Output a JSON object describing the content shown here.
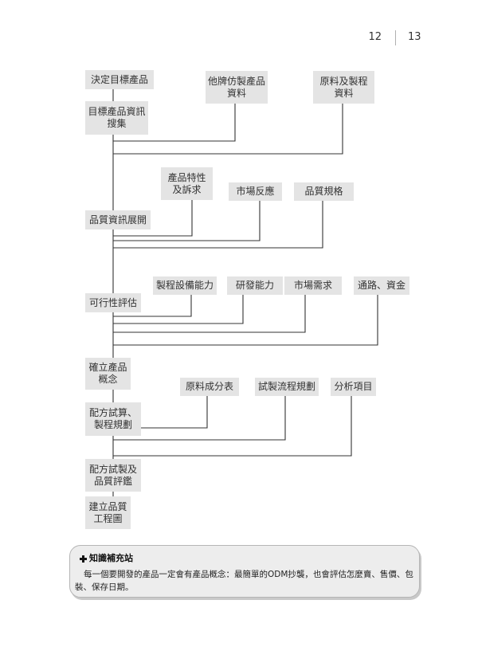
{
  "page_numbers": {
    "left": "12",
    "right": "13"
  },
  "flowchart": {
    "nodes": {
      "decide_product": {
        "lines": [
          "決定目標產品"
        ]
      },
      "competitor_data": {
        "lines": [
          "他牌仿製產品",
          "資料"
        ]
      },
      "material_process_data": {
        "lines": [
          "原料及製程",
          "資料"
        ]
      },
      "collect_info": {
        "lines": [
          "目標產品資訊",
          "搜集"
        ]
      },
      "features_appeal": {
        "lines": [
          "產品特性",
          "及訴求"
        ]
      },
      "market_response": {
        "lines": [
          "市場反應"
        ]
      },
      "quality_spec": {
        "lines": [
          "品質規格"
        ]
      },
      "quality_deploy": {
        "lines": [
          "品質資訊展開"
        ]
      },
      "process_equipment": {
        "lines": [
          "製程設備能力"
        ]
      },
      "rd_capability": {
        "lines": [
          "研發能力"
        ]
      },
      "market_demand": {
        "lines": [
          "市場需求"
        ]
      },
      "channel_funding": {
        "lines": [
          "通路、資金"
        ]
      },
      "feasibility": {
        "lines": [
          "可行性評估"
        ]
      },
      "product_concept": {
        "lines": [
          "確立產品",
          "概念"
        ]
      },
      "ingredient_list": {
        "lines": [
          "原料成分表"
        ]
      },
      "trial_process_plan": {
        "lines": [
          "試製流程規劃"
        ]
      },
      "analysis_items": {
        "lines": [
          "分析項目"
        ]
      },
      "formula_calc": {
        "lines": [
          "配方試算、",
          "製程規劃"
        ]
      },
      "trial_evaluation": {
        "lines": [
          "配方試製及",
          "品質評鑑"
        ]
      },
      "quality_chart": {
        "lines": [
          "建立品質",
          "工程圖"
        ]
      }
    }
  },
  "note": {
    "icon": "plus-icon",
    "title": "知識補充站",
    "lines": [
      "每一個要開發的產品一定會有產品概念：最簡單的ODM抄襲，也會評估怎麼賣、售價、包",
      "裝、保存日期。"
    ]
  },
  "colors": {
    "box_fill": "#e4e4e4",
    "connector_line": "#333333",
    "note_fill": "#ededed",
    "note_border": "#b5b5b5"
  }
}
